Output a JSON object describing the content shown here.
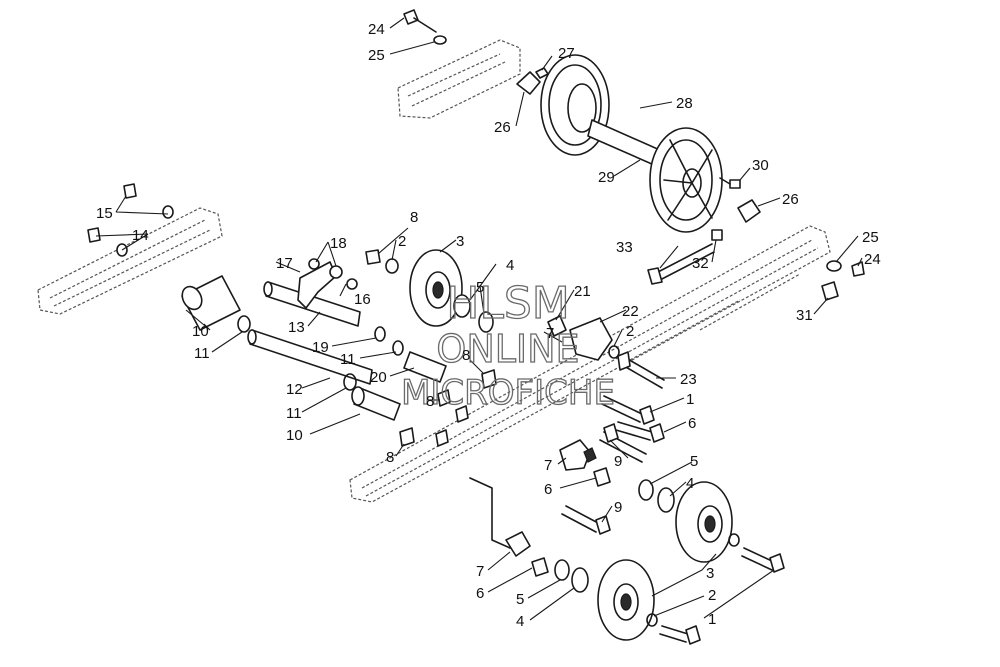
{
  "watermark": {
    "line1": "HLSM",
    "line2": "ONLINE",
    "line3": "MICROFICHE"
  },
  "callouts": [
    {
      "id": "c24a",
      "text": "24"
    },
    {
      "id": "c25a",
      "text": "25"
    },
    {
      "id": "c27",
      "text": "27"
    },
    {
      "id": "c28",
      "text": "28"
    },
    {
      "id": "c26a",
      "text": "26"
    },
    {
      "id": "c29",
      "text": "29"
    },
    {
      "id": "c30",
      "text": "30"
    },
    {
      "id": "c26b",
      "text": "26"
    },
    {
      "id": "c15",
      "text": "15"
    },
    {
      "id": "c14",
      "text": "14"
    },
    {
      "id": "c8a",
      "text": "8"
    },
    {
      "id": "c2a",
      "text": "2"
    },
    {
      "id": "c3a",
      "text": "3"
    },
    {
      "id": "c18",
      "text": "18"
    },
    {
      "id": "c17",
      "text": "17"
    },
    {
      "id": "c16",
      "text": "16"
    },
    {
      "id": "c4a",
      "text": "4"
    },
    {
      "id": "c5a",
      "text": "5"
    },
    {
      "id": "c21",
      "text": "21"
    },
    {
      "id": "c22",
      "text": "22"
    },
    {
      "id": "c7a",
      "text": "7"
    },
    {
      "id": "c2b",
      "text": "2"
    },
    {
      "id": "c33",
      "text": "33"
    },
    {
      "id": "c32",
      "text": "32"
    },
    {
      "id": "c25b",
      "text": "25"
    },
    {
      "id": "c24b",
      "text": "24"
    },
    {
      "id": "c31",
      "text": "31"
    },
    {
      "id": "c10a",
      "text": "10"
    },
    {
      "id": "c11a",
      "text": "11"
    },
    {
      "id": "c13",
      "text": "13"
    },
    {
      "id": "c19",
      "text": "19"
    },
    {
      "id": "c11b",
      "text": "11"
    },
    {
      "id": "c20",
      "text": "20"
    },
    {
      "id": "c8b",
      "text": "8"
    },
    {
      "id": "c23",
      "text": "23"
    },
    {
      "id": "c12",
      "text": "12"
    },
    {
      "id": "c11c",
      "text": "11"
    },
    {
      "id": "c8c",
      "text": "8"
    },
    {
      "id": "c1a",
      "text": "1"
    },
    {
      "id": "c6a",
      "text": "6"
    },
    {
      "id": "c10b",
      "text": "10"
    },
    {
      "id": "c8d",
      "text": "8"
    },
    {
      "id": "c9a",
      "text": "9"
    },
    {
      "id": "c7b",
      "text": "7"
    },
    {
      "id": "c5b",
      "text": "5"
    },
    {
      "id": "c4b",
      "text": "4"
    },
    {
      "id": "c6b",
      "text": "6"
    },
    {
      "id": "c9b",
      "text": "9"
    },
    {
      "id": "c7c",
      "text": "7"
    },
    {
      "id": "c6c",
      "text": "6"
    },
    {
      "id": "c3b",
      "text": "3"
    },
    {
      "id": "c5c",
      "text": "5"
    },
    {
      "id": "c2c",
      "text": "2"
    },
    {
      "id": "c4c",
      "text": "4"
    },
    {
      "id": "c1b",
      "text": "1"
    }
  ]
}
